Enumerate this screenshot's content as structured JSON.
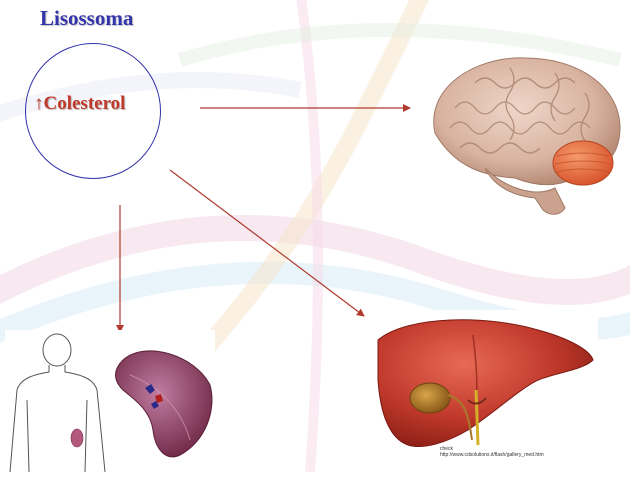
{
  "title": "Lisossoma",
  "center_node": {
    "arrow_symbol": "↑",
    "label": "Colesterol"
  },
  "targets": [
    "brain",
    "spleen",
    "liver"
  ],
  "image_credit": {
    "line1": "check",
    "line2": "http://www.cdsolutions.it/flash/gallery_med.htm"
  },
  "colors": {
    "title": "#3333aa",
    "circle_border": "#3333aa",
    "label": "#c0392b",
    "arrows": "#b03a2e",
    "brain": "#d9b8a8",
    "cerebellum": "#e8663a",
    "liver": "#c0392b",
    "spleen": "#8e3a5e"
  },
  "icons": [
    "brain-illustration",
    "human-silhouette",
    "spleen-illustration",
    "liver-illustration"
  ]
}
